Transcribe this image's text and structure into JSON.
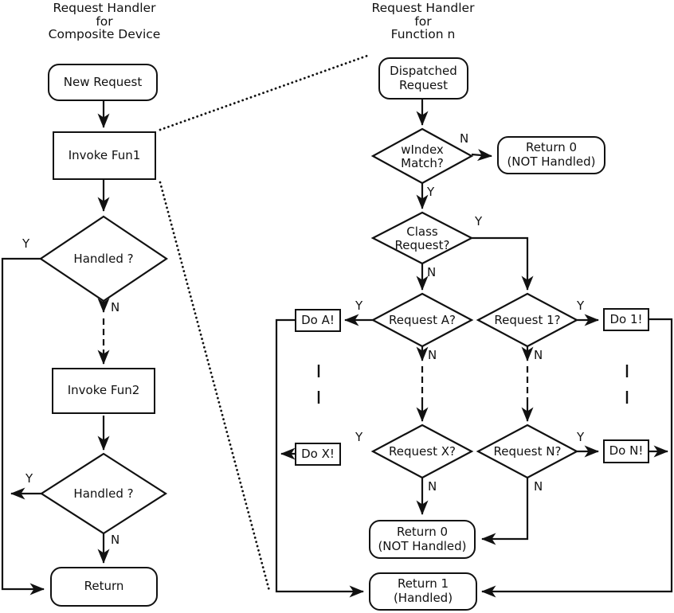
{
  "decision_labels": {
    "yes": "Y",
    "no": "N"
  },
  "left_chart": {
    "title": {
      "l1": "Request Handler",
      "l2": "for",
      "l3": "Composite Device"
    },
    "nodes": {
      "new_request": "New Request",
      "invoke_fun1": "Invoke Fun1",
      "handled_1": "Handled ?",
      "invoke_fun2": "Invoke Fun2",
      "handled_2": "Handled ?",
      "return": "Return"
    }
  },
  "right_chart": {
    "title": {
      "l1": "Request Handler",
      "l2": "for",
      "l3": "Function n"
    },
    "nodes": {
      "dispatched_request": {
        "l1": "Dispatched",
        "l2": "Request"
      },
      "windex_match": {
        "l1": "wIndex",
        "l2": "Match?"
      },
      "return_0_top": {
        "l1": "Return 0",
        "l2": "(NOT Handled)"
      },
      "class_request": {
        "l1": "Class",
        "l2": "Request?"
      },
      "request_a": "Request A?",
      "request_1": "Request 1?",
      "do_a": "Do A!",
      "do_1": "Do 1!",
      "request_x": "Request X?",
      "request_n": "Request N?",
      "do_x": "Do X!",
      "do_n": "Do N!",
      "return_0_bottom": {
        "l1": "Return 0",
        "l2": "(NOT Handled)"
      },
      "return_1": {
        "l1": "Return 1",
        "l2": "(Handled)"
      }
    }
  }
}
